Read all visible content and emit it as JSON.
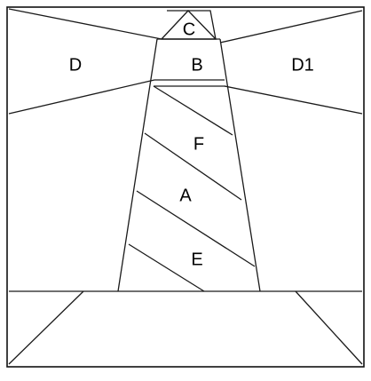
{
  "diagram": {
    "labels": {
      "c": "C",
      "b": "B",
      "d": "D",
      "d1": "D1",
      "f": "F",
      "a": "A",
      "e": "E"
    }
  }
}
